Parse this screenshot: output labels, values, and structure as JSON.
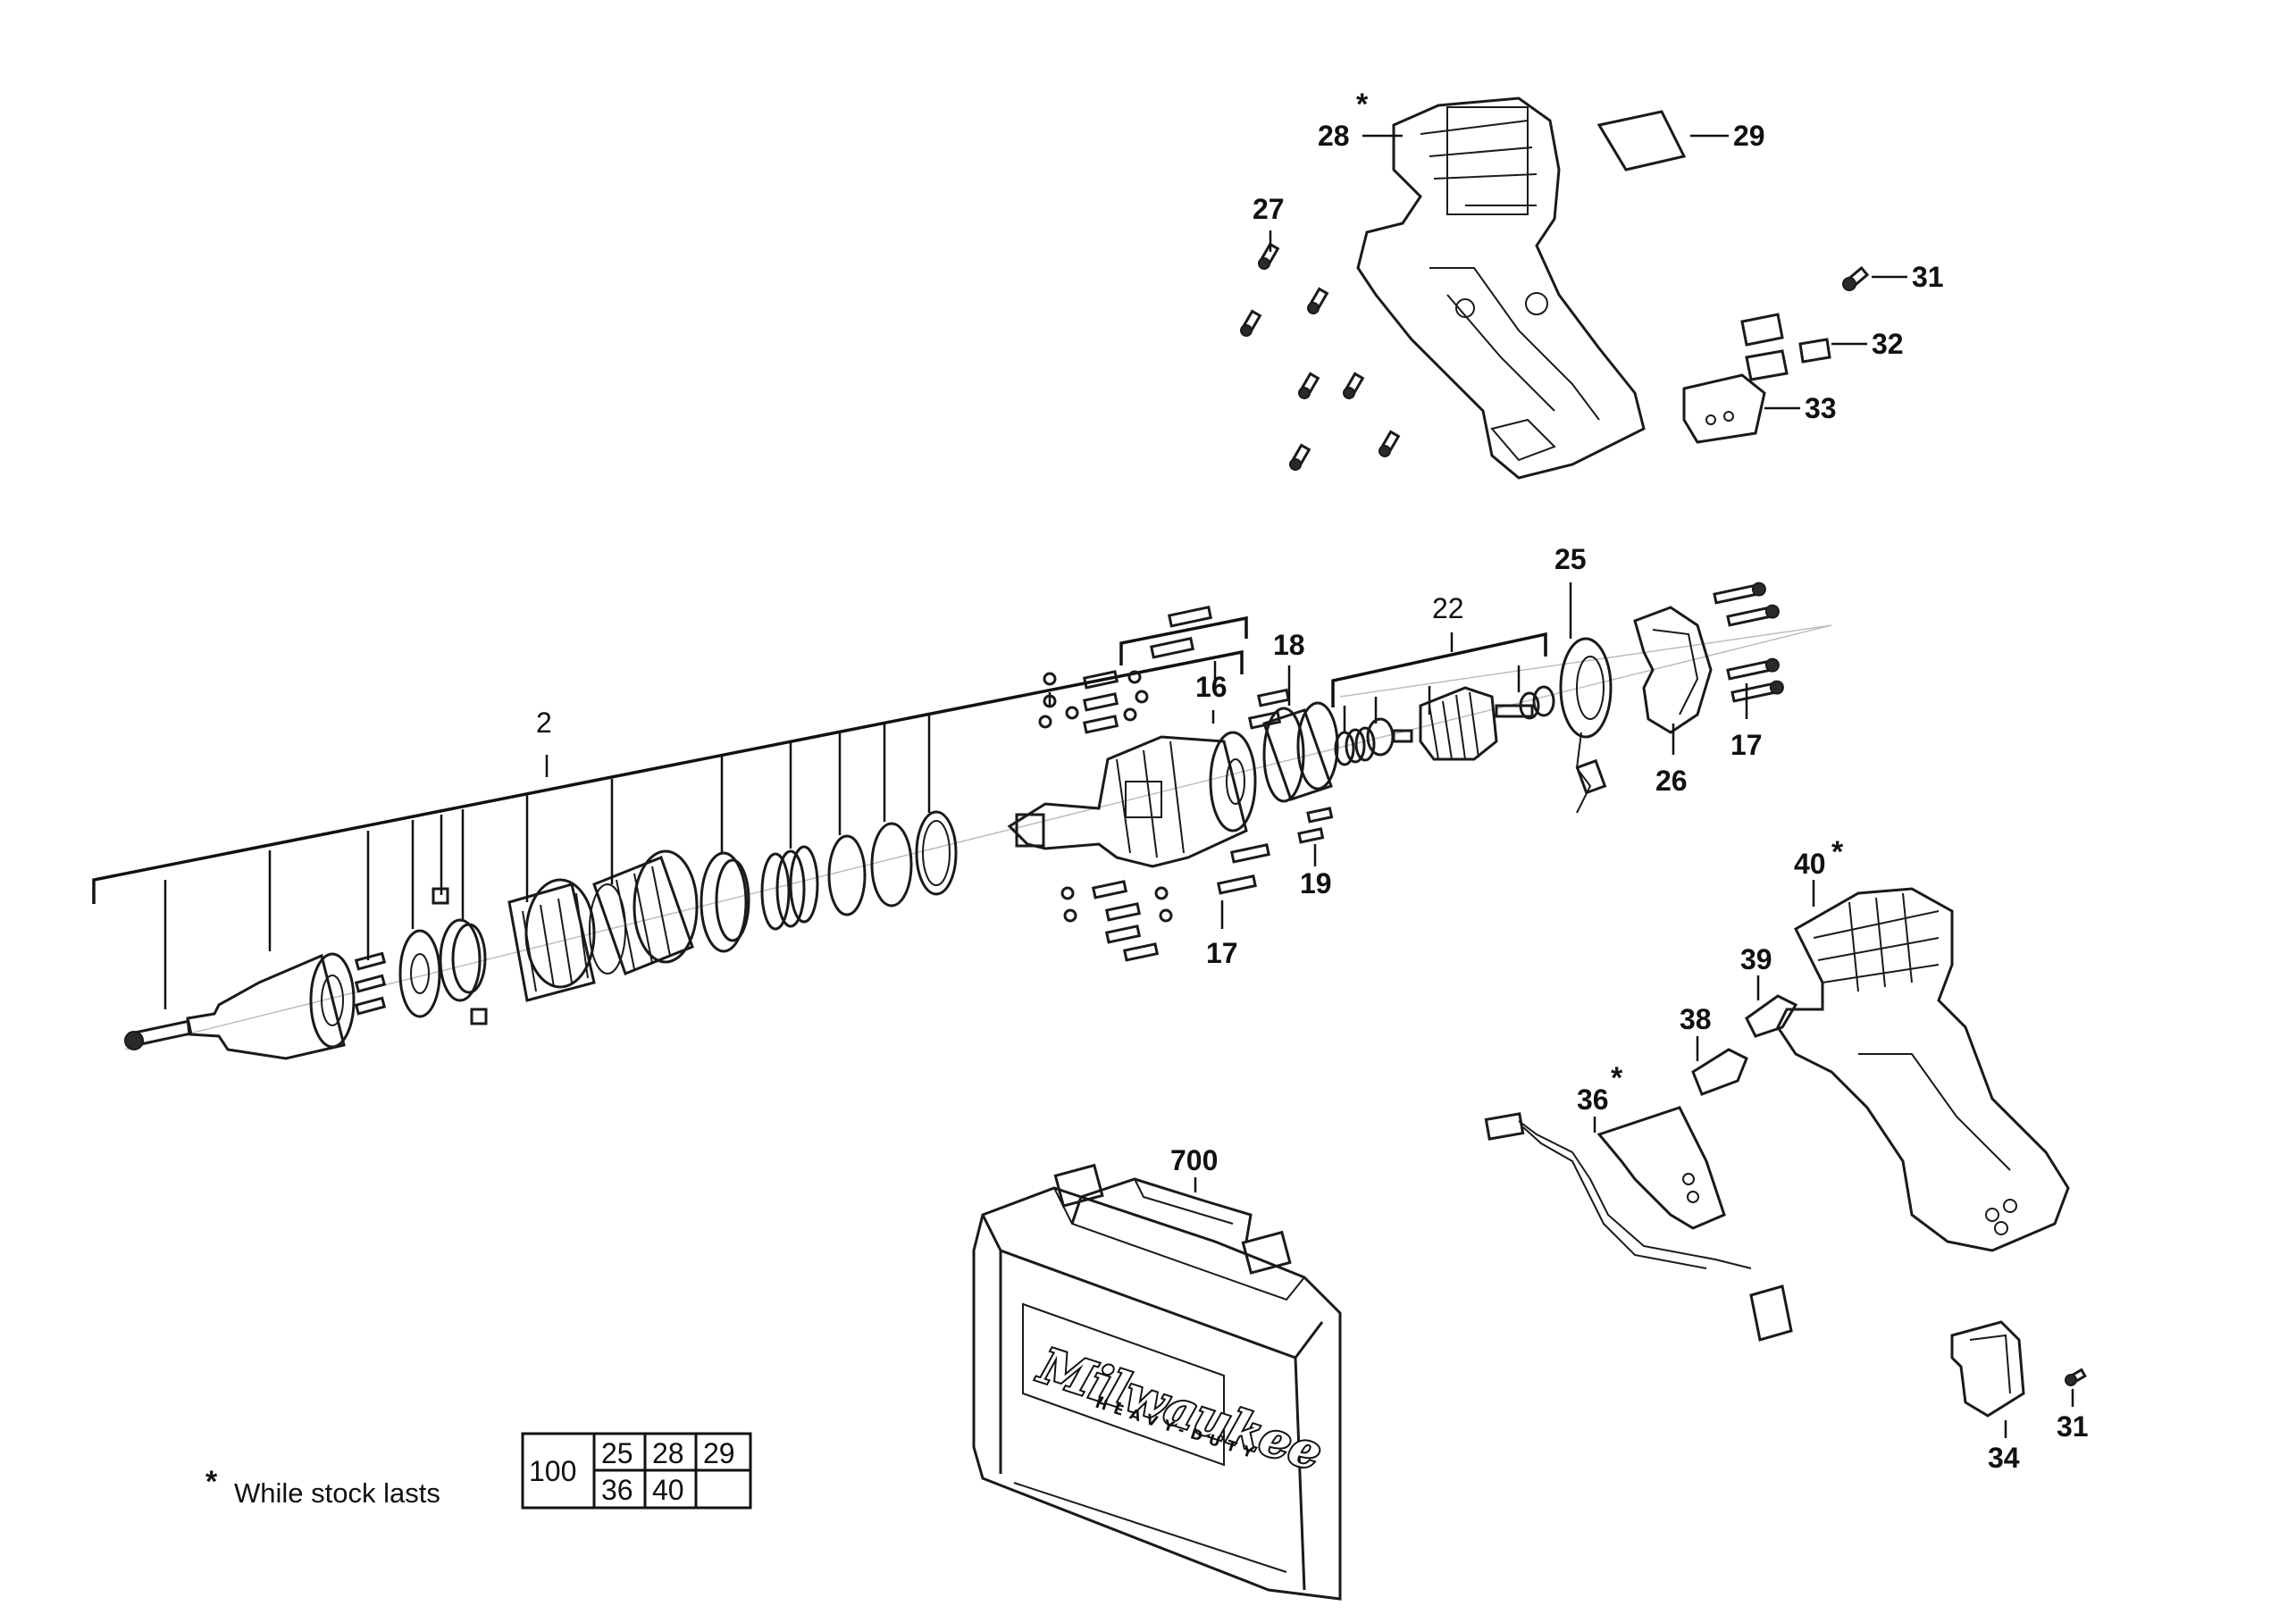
{
  "callouts": {
    "c2": "2",
    "c16": "16",
    "c17a": "17",
    "c17b": "17",
    "c18": "18",
    "c19": "19",
    "c22": "22",
    "c25": "25",
    "c26": "26",
    "c27": "27",
    "c28": "28",
    "c29": "29",
    "c31a": "31",
    "c31b": "31",
    "c32": "32",
    "c33": "33",
    "c34": "34",
    "c36": "36",
    "c38": "38",
    "c39": "39",
    "c40": "40",
    "c700": "700"
  },
  "asterisk": "*",
  "footnote": {
    "symbol": "*",
    "text": "While stock lasts"
  },
  "parts_table": {
    "main": "100",
    "row1": [
      "25",
      "28",
      "29"
    ],
    "row2": [
      "36",
      "40",
      ""
    ]
  },
  "case_logo": {
    "brand": "Milwaukee",
    "tagline": "HEAVY-DUTY"
  },
  "icons": [
    "housing-half",
    "screw",
    "chuck",
    "gear-ring",
    "motor-armature",
    "switch",
    "carry-case"
  ]
}
